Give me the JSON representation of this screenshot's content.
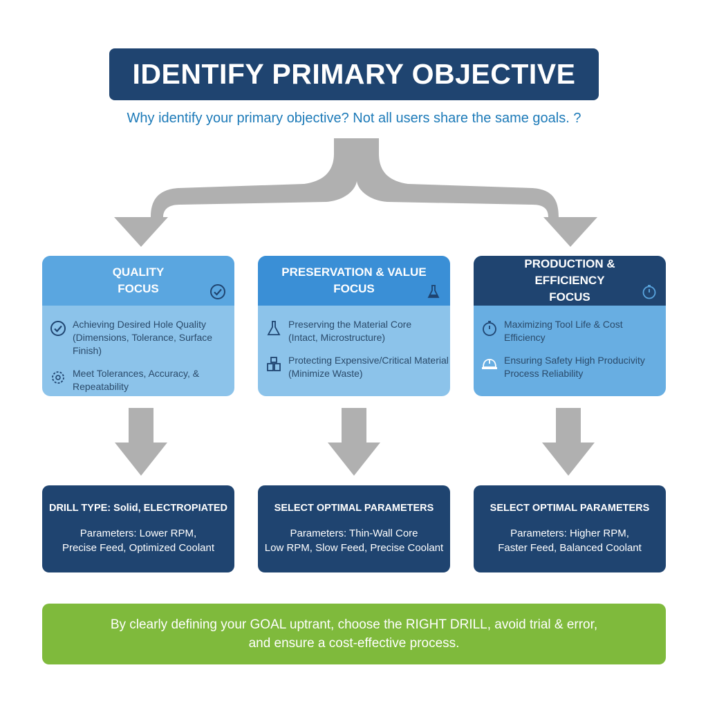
{
  "title": "IDENTIFY PRIMARY OBJECTIVE",
  "subtitle": "Why identify your primary objective? Not all users share the same goals. ?",
  "focus_areas": [
    {
      "title_line1": "QUALITY",
      "title_line2": "FOCUS",
      "header_icon": "check-circle-icon",
      "header_color": "#5aa6e0",
      "body_color": "#8cc3ea",
      "items": [
        {
          "icon": "check-circle-icon",
          "line1": "Achieving Desired Hole Quality",
          "line2": "(Dimensions, Tolerance, Surface Finish)"
        },
        {
          "icon": "gear-icon",
          "line1": "Meet Tolerances, Accuracy, &",
          "line2": "Repeatability"
        }
      ]
    },
    {
      "title_line1": "PRESERVATION & VALUE",
      "title_line2": "FOCUS",
      "header_icon": "flask-icon",
      "header_color": "#3a8fd6",
      "body_color": "#8cc3ea",
      "items": [
        {
          "icon": "flask-icon",
          "line1": "Preserving the Material Core",
          "line2": "(Intact, Microstructure)"
        },
        {
          "icon": "material-blocks-icon",
          "line1": "Protecting Expensive/Critical Material",
          "line2": "(Minimize Waste)"
        }
      ]
    },
    {
      "title_line1": "PRODUCTION & EFFICIENCY",
      "title_line2": "FOCUS",
      "header_icon": "stopwatch-icon",
      "header_color": "#1f4470",
      "body_color": "#68aee2",
      "items": [
        {
          "icon": "stopwatch-icon",
          "line1": "Maximizing Tool Life & Cost Efficiency",
          "line2": ""
        },
        {
          "icon": "safety-helmet-icon",
          "line1": "Ensuring Safety High Producivity",
          "line2": "Process Reliability"
        }
      ]
    }
  ],
  "results": [
    {
      "title": "DRILL TYPE: Solid, ELECTROPIATED",
      "params_line1": "Parameters: Lower RPM,",
      "params_line2": "Precise Feed, Optimized Coolant"
    },
    {
      "title": "SELECT OPTIMAL PARAMETERS",
      "params_line1": "Parameters: Thin-Wall Core",
      "params_line2": "Low RPM, Slow Feed, Precise Coolant"
    },
    {
      "title": "SELECT OPTIMAL PARAMETERS",
      "params_line1": "Parameters: Higher RPM,",
      "params_line2": "Faster Feed, Balanced Coolant"
    }
  ],
  "summary": {
    "line1": "By clearly defining your GOAL uptrant, choose the RIGHT DRILL, avoid trial & error,",
    "line2": "and ensure a cost-effective process."
  },
  "colors": {
    "navy": "#1f4470",
    "arrow_gray": "#b0b0b0",
    "summary_green": "#7fba3c",
    "subtitle_blue": "#1c7ab8"
  }
}
